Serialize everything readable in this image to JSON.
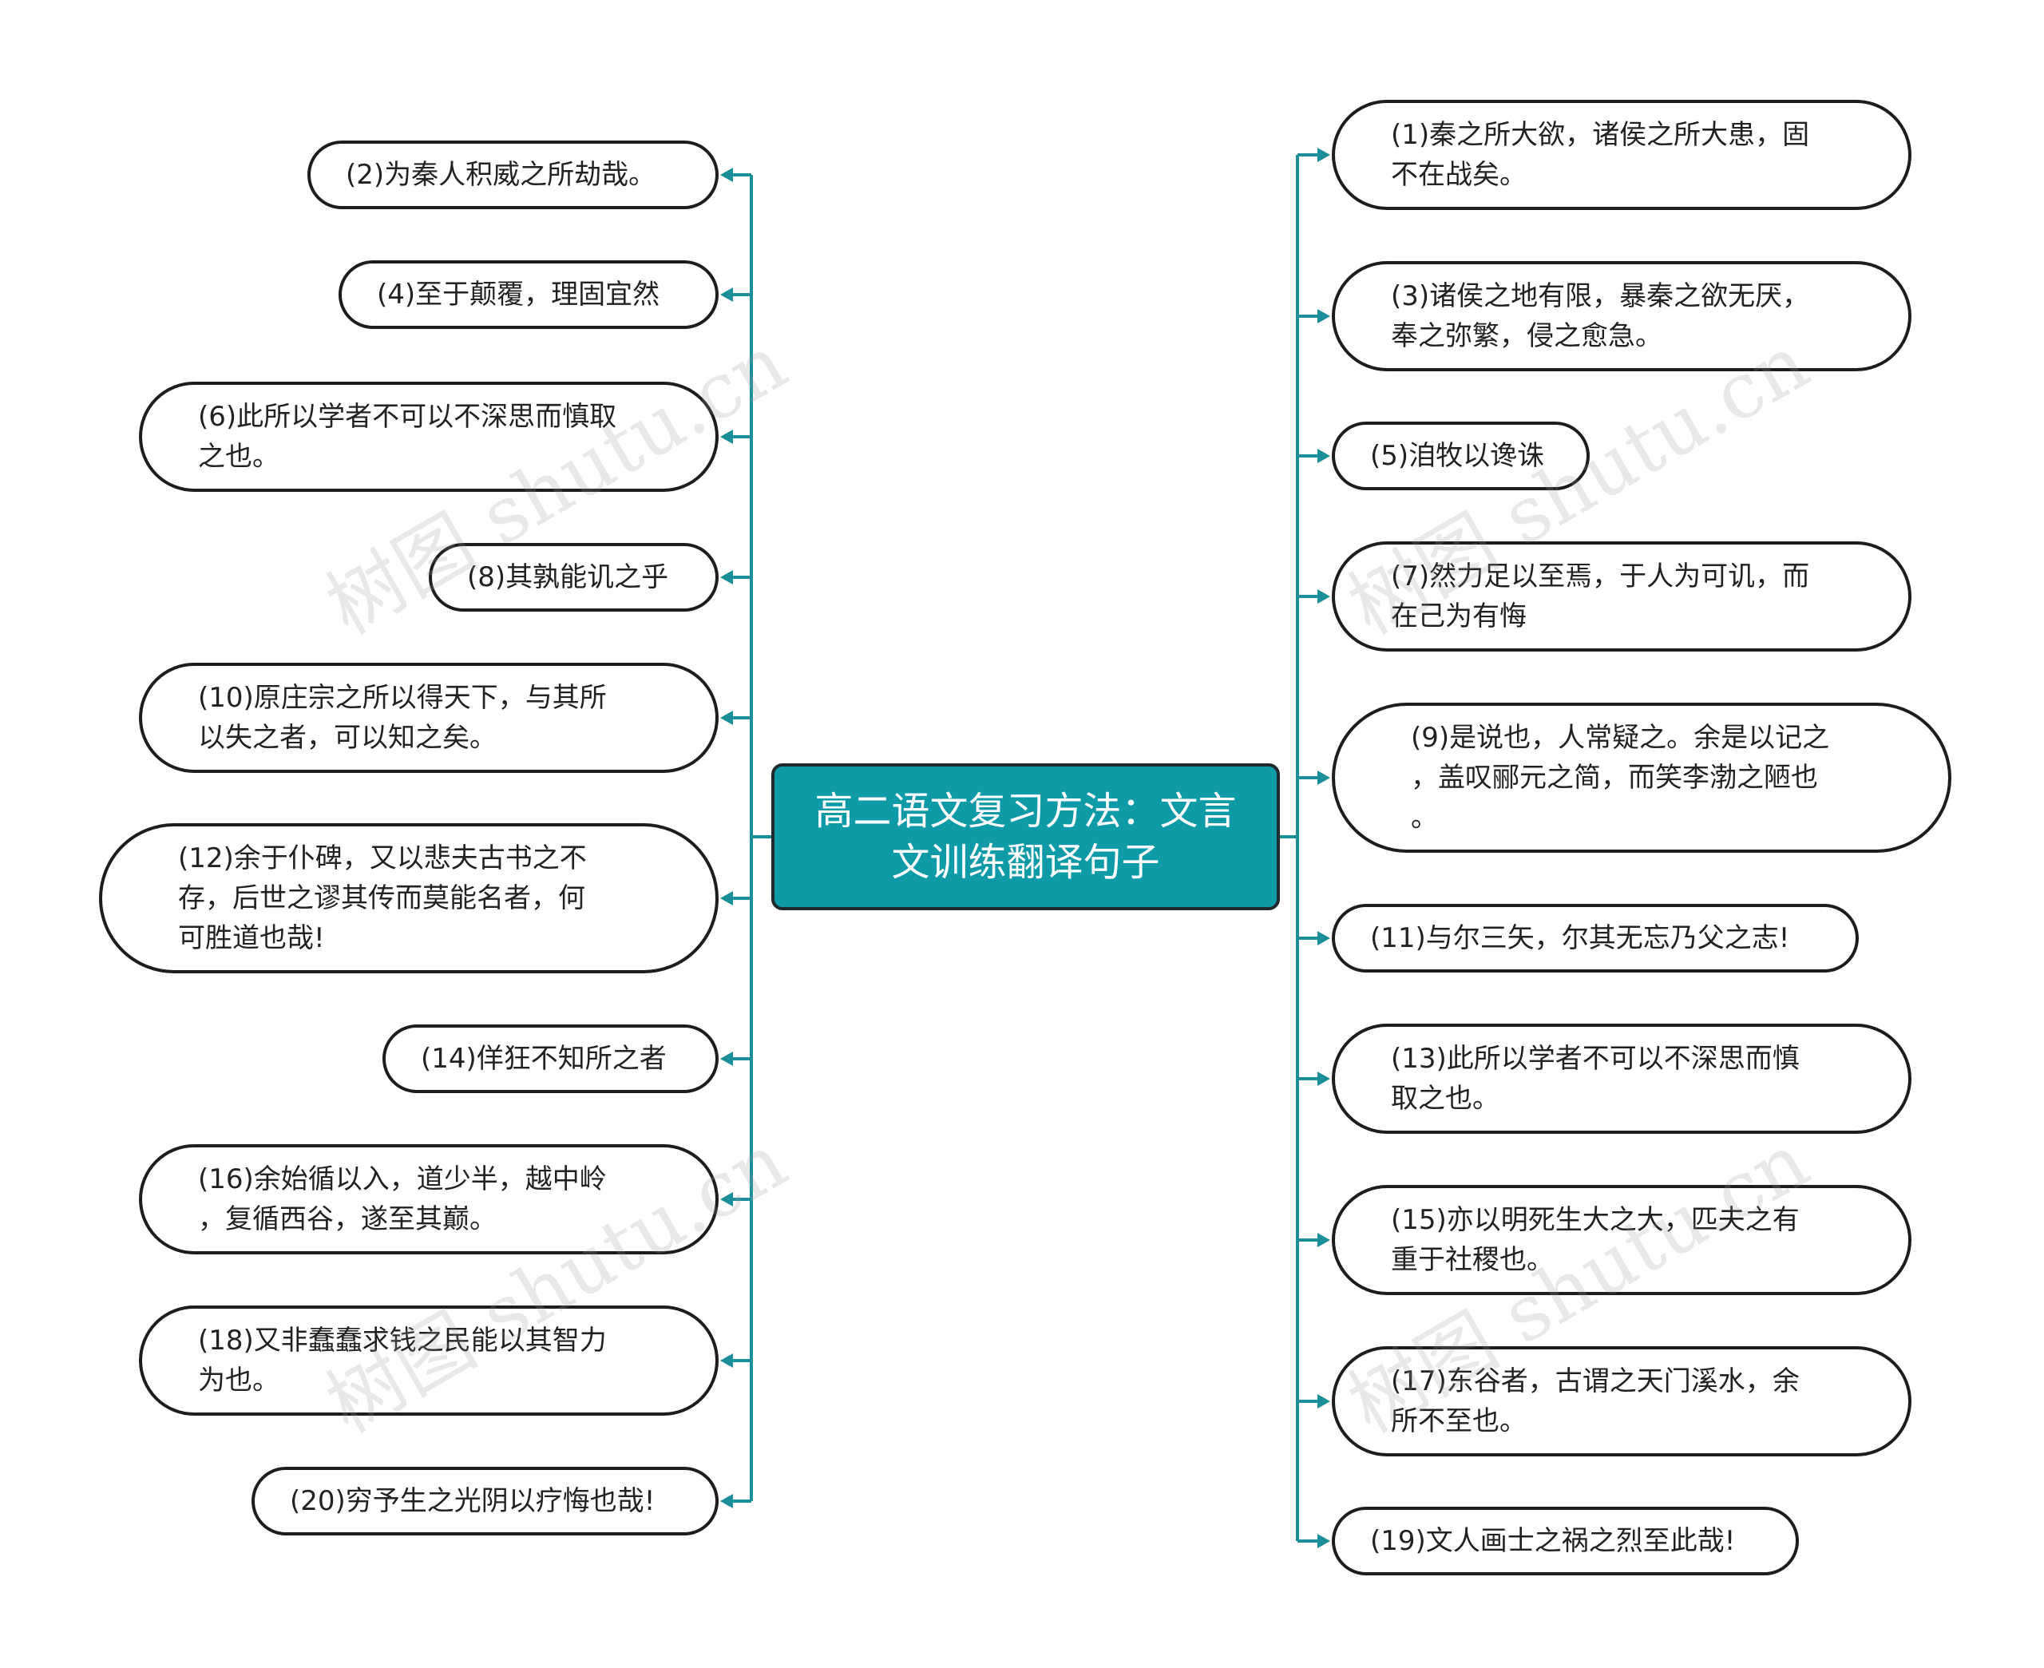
{
  "center_title": "高二语文复习方法：文言\n文训练翻译句子",
  "watermark": "树图 shutu.cn",
  "colors": {
    "accent": "#0e9aa7",
    "connector": "#1a8f9a",
    "node_border": "#1d1d1d"
  },
  "left_nodes": [
    "(2)为秦人积威之所劫哉。",
    "(4)至于颠覆，理固宜然",
    "(6)此所以学者不可以不深思而慎取\n之也。",
    "(8)其孰能讥之乎",
    "(10)原庄宗之所以得天下，与其所\n以失之者，可以知之矣。",
    "(12)余于仆碑，又以悲夫古书之不\n存，后世之谬其传而莫能名者，何\n可胜道也哉!",
    "(14)佯狂不知所之者",
    "(16)余始循以入，道少半，越中岭\n，复循西谷，遂至其巅。",
    "(18)又非蠢蠢求钱之民能以其智力\n为也。",
    "(20)穷予生之光阴以疗悔也哉!"
  ],
  "right_nodes": [
    "(1)秦之所大欲，诸侯之所大患，固\n不在战矣。",
    "(3)诸侯之地有限，暴秦之欲无厌，\n奉之弥繁，侵之愈急。",
    "(5)洎牧以谗诛",
    "(7)然力足以至焉，于人为可讥，而\n在己为有悔",
    "(9)是说也，人常疑之。余是以记之\n，盖叹郦元之简，而笑李渤之陋也\n。",
    "(11)与尔三矢，尔其无忘乃父之志!",
    "(13)此所以学者不可以不深思而慎\n取之也。",
    "(15)亦以明死生大之大，匹夫之有\n重于社稷也。",
    "(17)东谷者，古谓之天门溪水，余\n所不至也。",
    "(19)文人画士之祸之烈至此哉!"
  ]
}
